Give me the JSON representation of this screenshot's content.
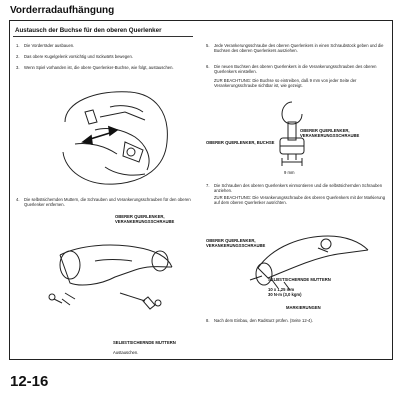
{
  "header": {
    "title": "Vorderradaufhängung",
    "subtitle": "Austausch der Buchse für den oberen Querlenker"
  },
  "steps_left": [
    {
      "num": "1.",
      "text": "Die Vorderräder ausbauen."
    },
    {
      "num": "2.",
      "text": "Das obere Kugelgelenk vorsichtig und rückwärts bewegen."
    },
    {
      "num": "3.",
      "text": "Wenn Spiel vorhanden ist, die obere Querlenker-Buchse, wie folgt, austauschen."
    },
    {
      "num": "4.",
      "text": "Die selbstsichernden Muttern, die Schrauben und Verankerungsschrauben für den oberen Querlenker entfernen."
    }
  ],
  "steps_right": [
    {
      "num": "5.",
      "text": "Jede Verankerungsschraube des oberen Querlenkers in einen Schraubstock geben und die Buchsen des oberen Querlenkers ausziehen."
    },
    {
      "num": "6.",
      "text": "Die neuen Buchsen des oberen Querlenkers in die Verankerungsschrauben des oberen Querlenkers einstellen."
    },
    {
      "num": "",
      "text": "ZUR BEACHTUNG: Die Buchse so eintreiben, daß 9 mm von jeder Seite der Verankerungsschraube sichtbar ist, wie gezeigt."
    },
    {
      "num": "7.",
      "text": "Die Schrauben des oberen Querlenkers einmontieren und die selbstsichernden Schrauben anziehen."
    },
    {
      "num": "",
      "text": "ZUR BEACHTUNG: Die Verankerungsschraube des oberen Querlenkers mit der Markierung auf dem oberen Querlenker ausrichten."
    },
    {
      "num": "8.",
      "text": "Nach dem Einbau, den Radsturz prüfen. (Seite 12-4)."
    }
  ],
  "labels": {
    "bolt_top_right": "OBERER QUERLENKER, VERANKERUNGSSCHRAUBE",
    "bushing": "OBERER QUERLENKER, BUCHSE",
    "dim_9mm": "9 mm",
    "bolt_left": "OBERER QUERLENKER, VERANKERUNGSSCHRAUBE",
    "nut_left": "SELBSTSICHERNDE MUTTERN",
    "nut_left_note": "Austauschen.",
    "bolt_right": "OBERER QUERLENKER, VERANKERUNGSSCHRAUBE",
    "nut_right": "SELBSTSICHERNDE MUTTERN",
    "nut_right_spec1": "10 x 1,25 mm",
    "nut_right_spec2": "30 N·m (3,0 kgm)",
    "marks": "MARKIERUNGEN"
  },
  "footer": {
    "page_number": "12-16"
  }
}
